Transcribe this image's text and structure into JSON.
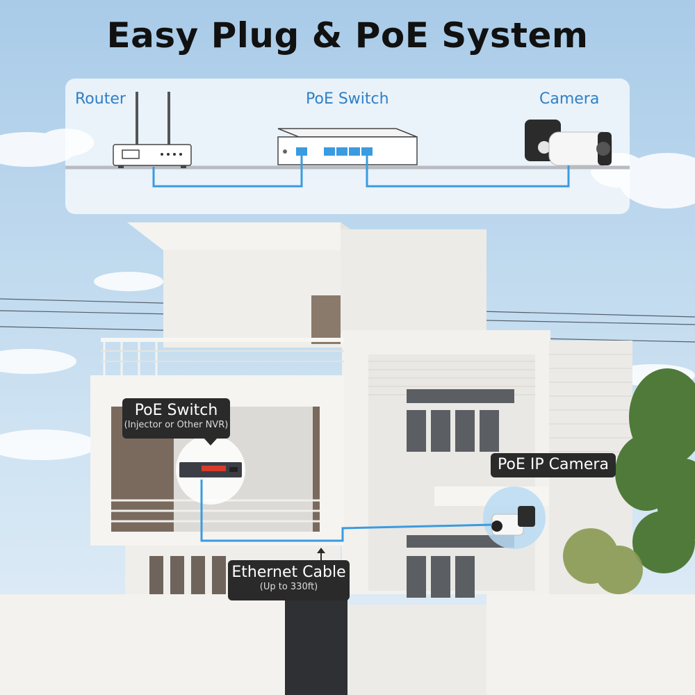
{
  "title": "Easy Plug & PoE System",
  "top_diagram": {
    "router_label": "Router",
    "switch_label": "PoE Switch",
    "camera_label": "Camera"
  },
  "callouts": {
    "switch_main": "PoE Switch",
    "switch_sub": "(Injector or Other NVR)",
    "camera_main": "PoE IP Camera",
    "cable_main": "Ethernet Cable",
    "cable_sub": "(Up to 330ft)"
  },
  "colors": {
    "label_blue": "#2e7fc6",
    "cable_blue": "#3a9be0",
    "port_red": "#d93a2b"
  }
}
